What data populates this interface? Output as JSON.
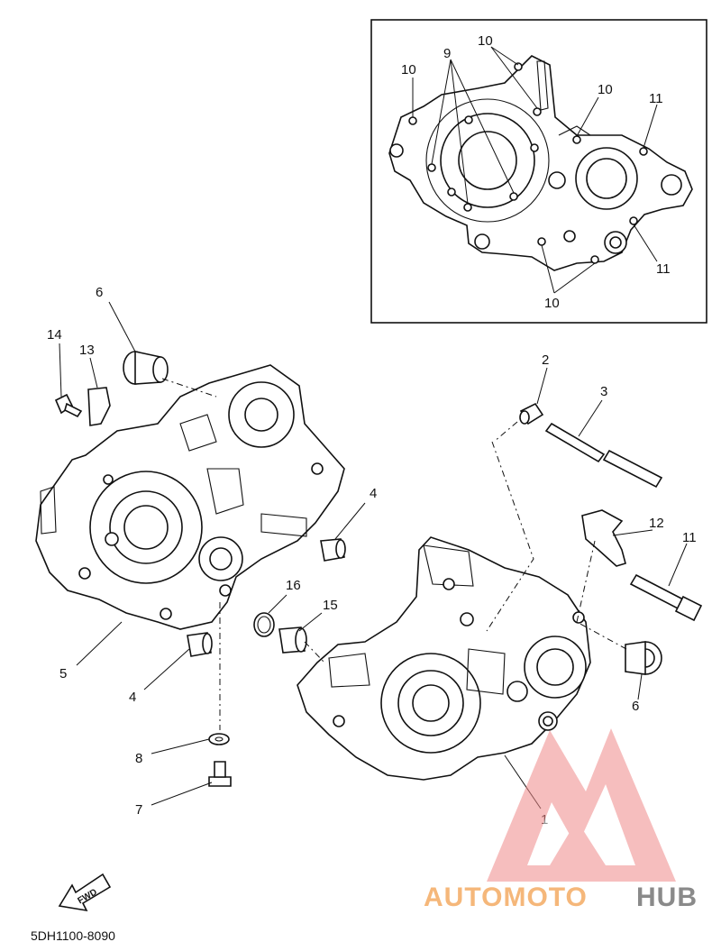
{
  "callouts": {
    "c1": "1",
    "c2": "2",
    "c3": "3",
    "c4a": "4",
    "c4b": "4",
    "c5": "5",
    "c6a": "6",
    "c6b": "6",
    "c7": "7",
    "c8": "8",
    "c9": "9",
    "c10a": "10",
    "c10b": "10",
    "c10c": "10",
    "c10d": "10",
    "c11a": "11",
    "c11b": "11",
    "c11c": "11",
    "c12": "12",
    "c13": "13",
    "c14": "14",
    "c15": "15",
    "c16": "16"
  },
  "fwd_label": "FWD",
  "diagram_code": "5DH1100-8090",
  "watermark": {
    "text_a": "AUTOMOTO",
    "text_b": "HUB",
    "color_a": "#f5b77a",
    "color_b": "#8a8a8a",
    "logo_color": "#f08a8a"
  }
}
